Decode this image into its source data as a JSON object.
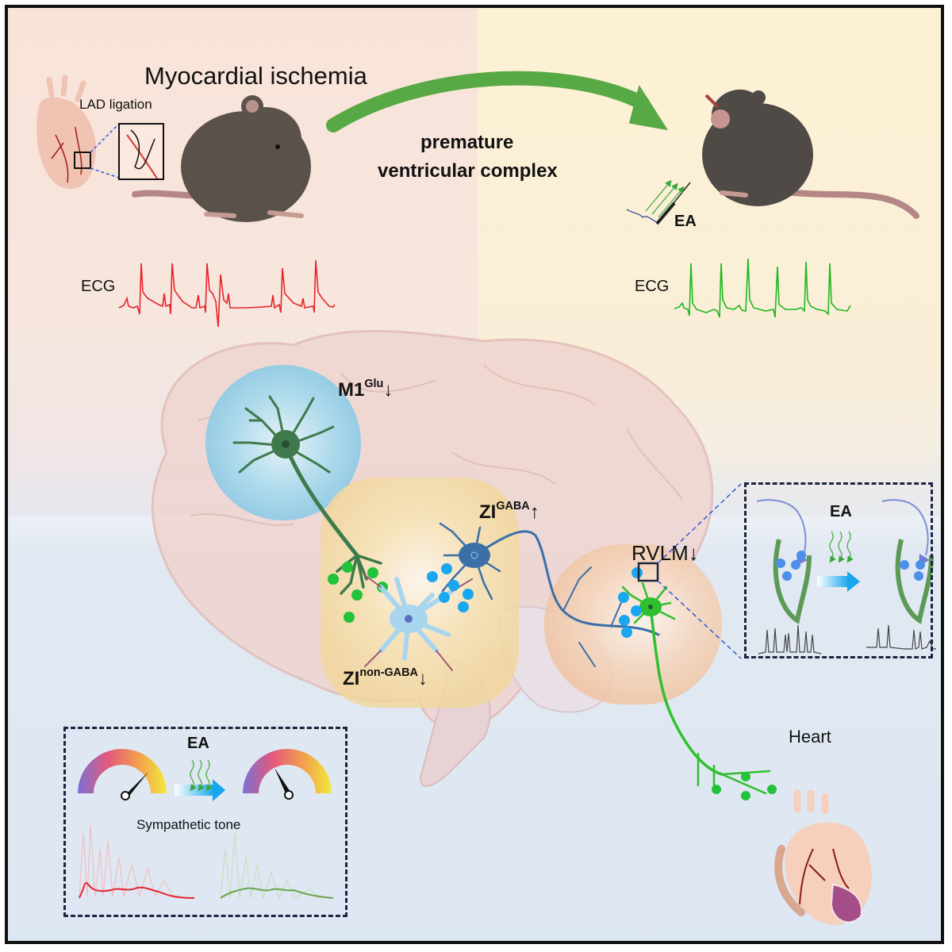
{
  "top": {
    "title": "Myocardial ischemia",
    "lad_label": "LAD ligation",
    "arrow_label_line1": "premature",
    "arrow_label_line2": "ventricular complex",
    "ea_label": "EA",
    "ecg_left_label": "ECG",
    "ecg_right_label": "ECG"
  },
  "brain": {
    "m1_main": "M1",
    "m1_sup": "Glu",
    "m1_arrow": "↓",
    "zi_gaba_main": "ZI",
    "zi_gaba_sup": "GABA",
    "zi_gaba_arrow": "↑",
    "zi_nongaba_main": "ZI",
    "zi_nongaba_sup": "non-GABA",
    "zi_nongaba_arrow": "↓",
    "rvlm_label": "RVLM",
    "rvlm_arrow": "↓"
  },
  "inset_rvlm": {
    "ea_label": "EA"
  },
  "inset_sympathetic": {
    "ea_label": "EA",
    "caption": "Sympathetic tone"
  },
  "heart_label": "Heart",
  "colors": {
    "ecg_ischemia": "#e8232a",
    "ecg_ea": "#1fb81f",
    "main_arrow": "#56a944",
    "m1_neuron": "#3f7a4c",
    "zi_gaba_neuron": "#3a6fa8",
    "zi_nongaba_neuron": "#a9d6ef",
    "rvlm_neuron": "#2fbf2f",
    "m1_region": "#8fd0ea",
    "zi_region": "#f5dca0",
    "rvlm_region": "#f3c9a8",
    "vesicle_blue": "#1aa7f0",
    "vesicle_green": "#22c33a"
  }
}
